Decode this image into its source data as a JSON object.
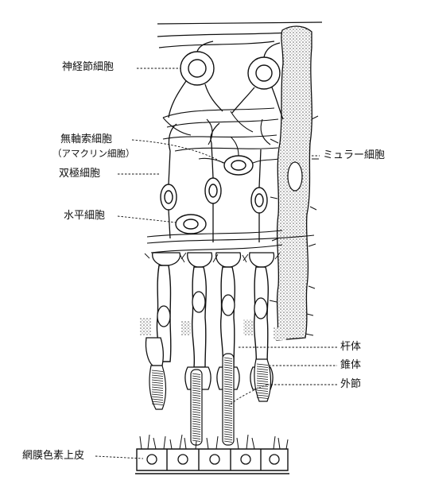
{
  "labels": {
    "ganglion_cell": "神経節細胞",
    "amacrine_cell": "無軸索細胞",
    "amacrine_cell_alt": "（アマクリン細胞）",
    "bipolar_cell": "双極細胞",
    "horizontal_cell": "水平細胞",
    "muller_cell": "ミュラー細胞",
    "rod": "杆体",
    "cone": "錐体",
    "outer_segment": "外節",
    "rpe": "網膜色素上皮"
  }
}
